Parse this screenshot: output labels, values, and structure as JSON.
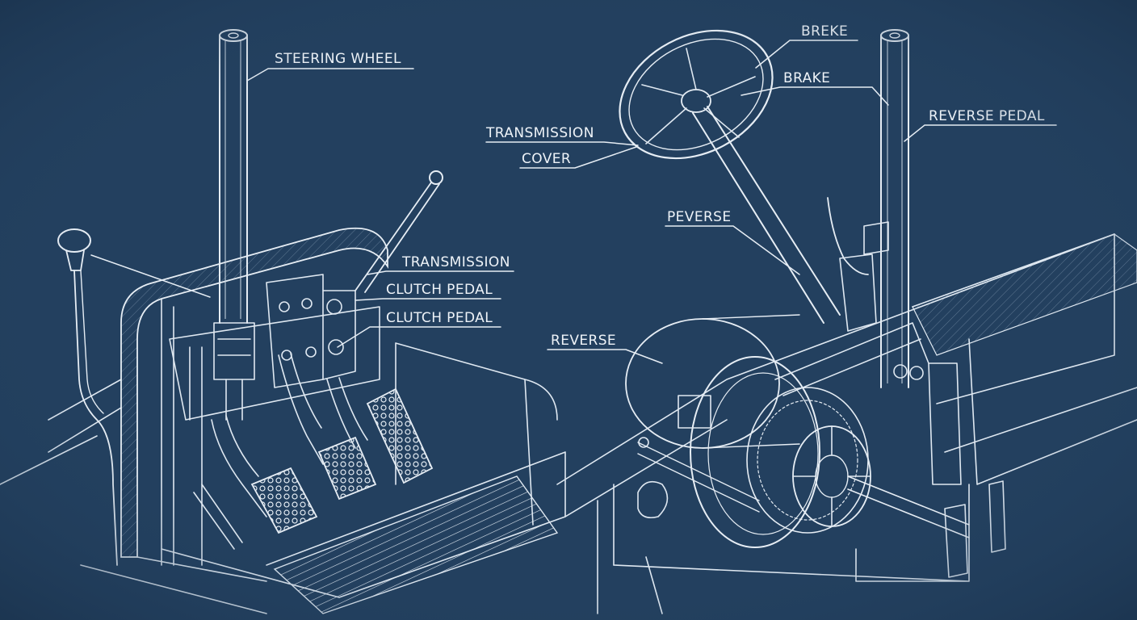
{
  "labels": {
    "steering_wheel": "STEERING WHEEL",
    "transmission_left": "TRANSMISSION",
    "clutch_pedal_1": "CLUTCH PEDAL",
    "clutch_pedal_2": "CLUTCH PEDAL",
    "transmission_right": "TRANSMISSION",
    "cover": "COVER",
    "breke": "BREKE",
    "brake": "BRAKE",
    "reverse_pedal": "REVERSE PEDAL",
    "peverse": "PEVERSE",
    "reverse": "REVERSE"
  },
  "colors": {
    "background": "#23405f",
    "linework": "#e6edf4"
  }
}
